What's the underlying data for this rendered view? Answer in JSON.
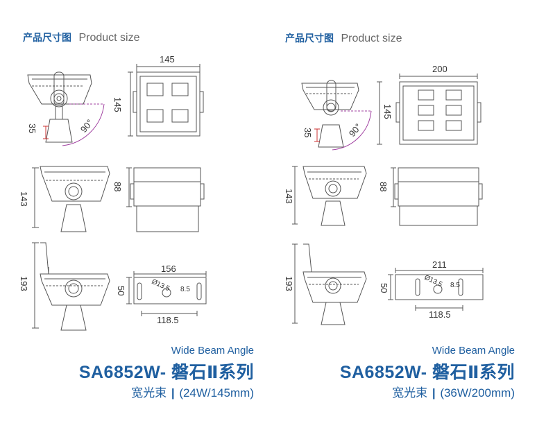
{
  "panels": [
    {
      "heading_cn": "产品尺寸图",
      "heading_en": "Product size",
      "dims": {
        "top_width": "145",
        "top_height": "145",
        "side_depth": "35",
        "angle": "90°",
        "mid_left": "143",
        "mid_right": "88",
        "bot_left": "193",
        "bot_width": "156",
        "bot_height": "50",
        "hole": "Ø13.5",
        "slot": "8.5",
        "bot_inner": "118.5"
      },
      "beam_en": "Wide Beam Angle",
      "model": "SA6852W- 磐石Ⅱ系列",
      "spec_cn": "宽光束",
      "spec_sep": "|",
      "spec_value": "(24W/145mm)"
    },
    {
      "heading_cn": "产品尺寸图",
      "heading_en": "Product size",
      "dims": {
        "top_width": "200",
        "top_height": "145",
        "side_depth": "35",
        "angle": "90°",
        "mid_left": "143",
        "mid_right": "88",
        "bot_left": "193",
        "bot_width": "211",
        "bot_height": "50",
        "hole": "Ø13.5",
        "slot": "8.5",
        "bot_inner": "118.5"
      },
      "beam_en": "Wide Beam Angle",
      "model": "SA6852W- 磐石Ⅱ系列",
      "spec_cn": "宽光束",
      "spec_sep": "|",
      "spec_value": "(36W/200mm)"
    }
  ]
}
